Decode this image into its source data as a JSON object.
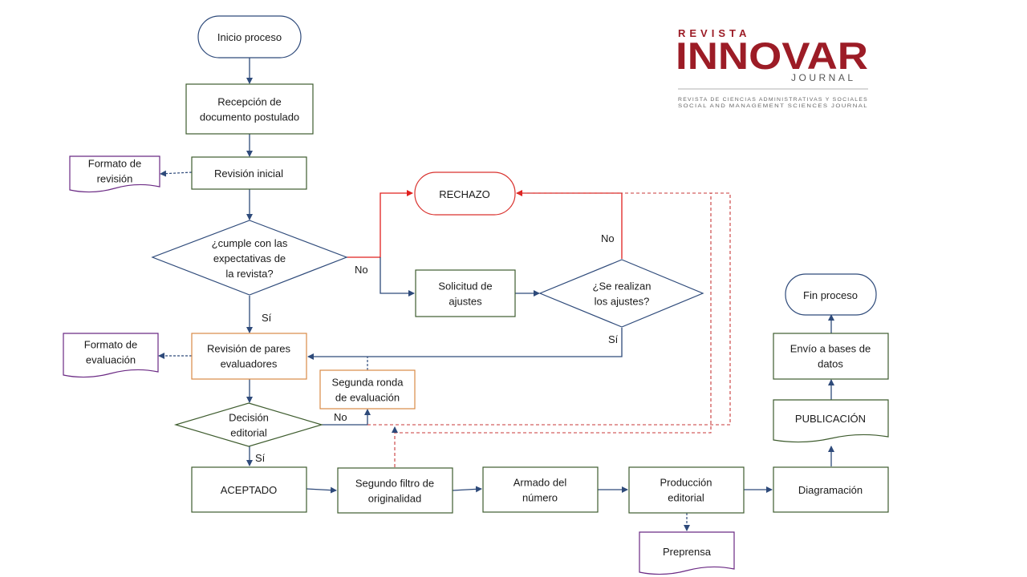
{
  "logo": {
    "revista": "REVISTA",
    "name": "INNOVAR",
    "journal": "JOURNAL",
    "tagline_es": "REVISTA DE CIENCIAS ADMINISTRATIVAS Y SOCIALES",
    "tagline_en": "SOCIAL AND MANAGEMENT SCIENCES JOURNAL",
    "color": "#9c1c26"
  },
  "colors": {
    "navy": "#2e4a7a",
    "green": "#3e5c2e",
    "orange": "#d98a45",
    "purple": "#6b2a84",
    "red": "#e0201e",
    "dark_red": "#c83a3a"
  },
  "nodes": {
    "inicio": [
      "Inicio proceso"
    ],
    "recepcion": [
      "Recepción de",
      "documento postulado"
    ],
    "formato_revision": [
      "Formato de",
      "revisión"
    ],
    "revision_inicial": [
      "Revisión inicial"
    ],
    "cumple": [
      "¿cumple con las",
      "expectativas de",
      "la revista?"
    ],
    "rechazo": [
      "RECHAZO"
    ],
    "solicitud": [
      "Solicitud de",
      "ajustes"
    ],
    "se_realizan": [
      "¿Se realizan",
      "los ajustes?"
    ],
    "formato_evaluacion": [
      "Formato de",
      "evaluación"
    ],
    "revision_pares": [
      "Revisión de pares",
      "evaluadores"
    ],
    "segunda_ronda": [
      "Segunda ronda",
      "de evaluación"
    ],
    "decision": [
      "Decisión",
      "editorial"
    ],
    "aceptado": [
      "ACEPTADO"
    ],
    "segundo_filtro": [
      "Segundo filtro de",
      "originalidad"
    ],
    "armado": [
      "Armado del",
      "número"
    ],
    "produccion": [
      "Producción",
      "editorial"
    ],
    "prepensa": [
      "Preprensa"
    ],
    "diagramacion": [
      "Diagramación"
    ],
    "publicacion": [
      "PUBLICACIÓN"
    ],
    "envio": [
      "Envío a bases de",
      "datos"
    ],
    "fin": [
      "Fin proceso"
    ]
  },
  "edge_labels": {
    "no_cumple": "No",
    "si_cumple": "Sí",
    "no_ajustes": "No",
    "si_ajustes": "Sí",
    "no_decision": "No",
    "si_decision": "Sí"
  }
}
